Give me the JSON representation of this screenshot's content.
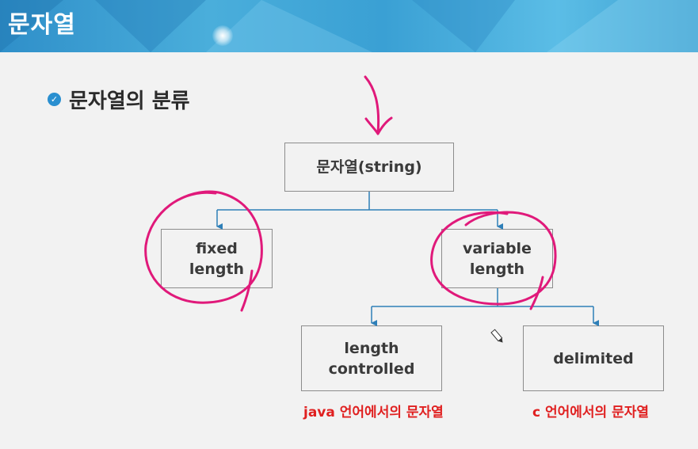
{
  "header": {
    "title": "문자열"
  },
  "section": {
    "title": "문자열의 분류",
    "bullet_icon": "check-circle-icon"
  },
  "diagram": {
    "root": "문자열(string)",
    "fixed": "fixed\nlength",
    "variable": "variable\nlength",
    "length_controlled": "length\ncontrolled",
    "delimited": "delimited",
    "caption_java": "java 언어에서의 문자열",
    "caption_c": "c 언어에서의 문자열"
  },
  "colors": {
    "accent": "#2a8fd0",
    "annotation": "#e0197a",
    "caption": "#e02020",
    "connector": "#2e7fb8"
  }
}
